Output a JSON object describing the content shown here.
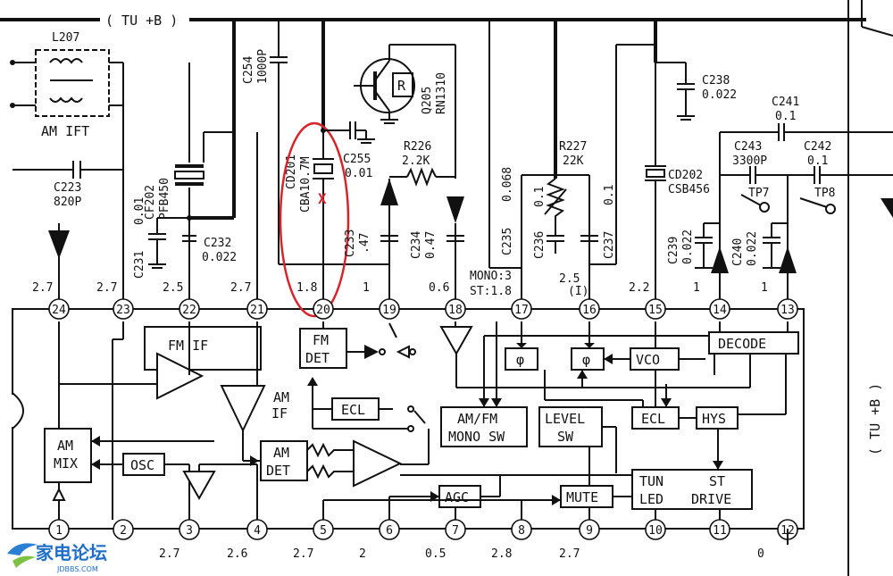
{
  "supply_label": "( TU +B )",
  "supply_label_right": "( TU +B )",
  "components": {
    "l207": "L207",
    "am_ift": "AM IFT",
    "c223": [
      "C223",
      "820P"
    ],
    "cf202": [
      "CF202",
      "PFB450"
    ],
    "c231": [
      "C231",
      "0.01"
    ],
    "c232": [
      "C232",
      "0.022"
    ],
    "c254": [
      "C254",
      "1000P"
    ],
    "cd201": [
      "CD201",
      "CBA10.7M"
    ],
    "c255": [
      "C255",
      "0.01"
    ],
    "q205": [
      "Q205",
      "RN1310"
    ],
    "q205_mark": "R",
    "r226": [
      "R226",
      "2.2K"
    ],
    "c233": [
      "C233",
      ".47"
    ],
    "c234": [
      "C234",
      "0.47"
    ],
    "c235": [
      "C235",
      "0.068"
    ],
    "c236": [
      "C236",
      "0.1"
    ],
    "r227": [
      "R227",
      "22K"
    ],
    "c237": [
      "C237",
      "0.1"
    ],
    "c238": [
      "C238",
      "0.022"
    ],
    "cd202": [
      "CD202",
      "CSB456"
    ],
    "c239": [
      "C239",
      "0.022"
    ],
    "c240": [
      "C240",
      "0.022"
    ],
    "c241": [
      "C241",
      "0.1"
    ],
    "c243": [
      "C243",
      "3300P"
    ],
    "c242": [
      "C242",
      "0.1"
    ],
    "tp7": "TP7",
    "tp8": "TP8"
  },
  "red_mark": "X",
  "top_pins": [
    {
      "num": "24",
      "volt": "2.7"
    },
    {
      "num": "23",
      "volt": "2.7"
    },
    {
      "num": "22",
      "volt": "2.5"
    },
    {
      "num": "21",
      "volt": "2.7"
    },
    {
      "num": "20",
      "volt": "1.8"
    },
    {
      "num": "19",
      "volt": "1"
    },
    {
      "num": "18",
      "volt": "0.6"
    },
    {
      "num": "17",
      "volt": "MONO:3"
    },
    {
      "num": "16",
      "volt": "2.5"
    },
    {
      "num": "15",
      "volt": "2.2"
    },
    {
      "num": "14",
      "volt": "1"
    },
    {
      "num": "13",
      "volt": "1"
    }
  ],
  "pin17_st": "ST:1.8",
  "pin16_note": "(I)",
  "bottom_pins": [
    {
      "num": "1",
      "volt": ""
    },
    {
      "num": "2",
      "volt": ""
    },
    {
      "num": "3",
      "volt": "2.7"
    },
    {
      "num": "4",
      "volt": "2.6"
    },
    {
      "num": "5",
      "volt": "2.7"
    },
    {
      "num": "6",
      "volt": "2"
    },
    {
      "num": "7",
      "volt": "0.5"
    },
    {
      "num": "8",
      "volt": "2.8"
    },
    {
      "num": "9",
      "volt": "2.7"
    },
    {
      "num": "10",
      "volt": ""
    },
    {
      "num": "11",
      "volt": ""
    },
    {
      "num": "12",
      "volt": "0"
    }
  ],
  "blocks": {
    "fm_if": "FM IF",
    "am_if": [
      "AM",
      "IF"
    ],
    "fm_det": [
      "FM",
      "DET"
    ],
    "ecl1": "ECL",
    "am_det": [
      "AM",
      "DET"
    ],
    "am_mix": [
      "AM",
      "MIX"
    ],
    "osc": "OSC",
    "agc": "AGC",
    "mute": "MUTE",
    "am_fm_mono_sw": [
      "AM/FM",
      "MONO SW"
    ],
    "level_sw": [
      "LEVEL",
      "SW"
    ],
    "phi1": "φ",
    "phi2": "φ",
    "vco": "VCO",
    "ecl2": "ECL",
    "hys": "HYS",
    "decode": "DECODE",
    "tun_led": [
      "TUN",
      "LED"
    ],
    "st_drive": [
      "ST",
      "DRIVE"
    ]
  },
  "watermark": {
    "text": "家电论坛",
    "url": "JDBBS.COM"
  }
}
